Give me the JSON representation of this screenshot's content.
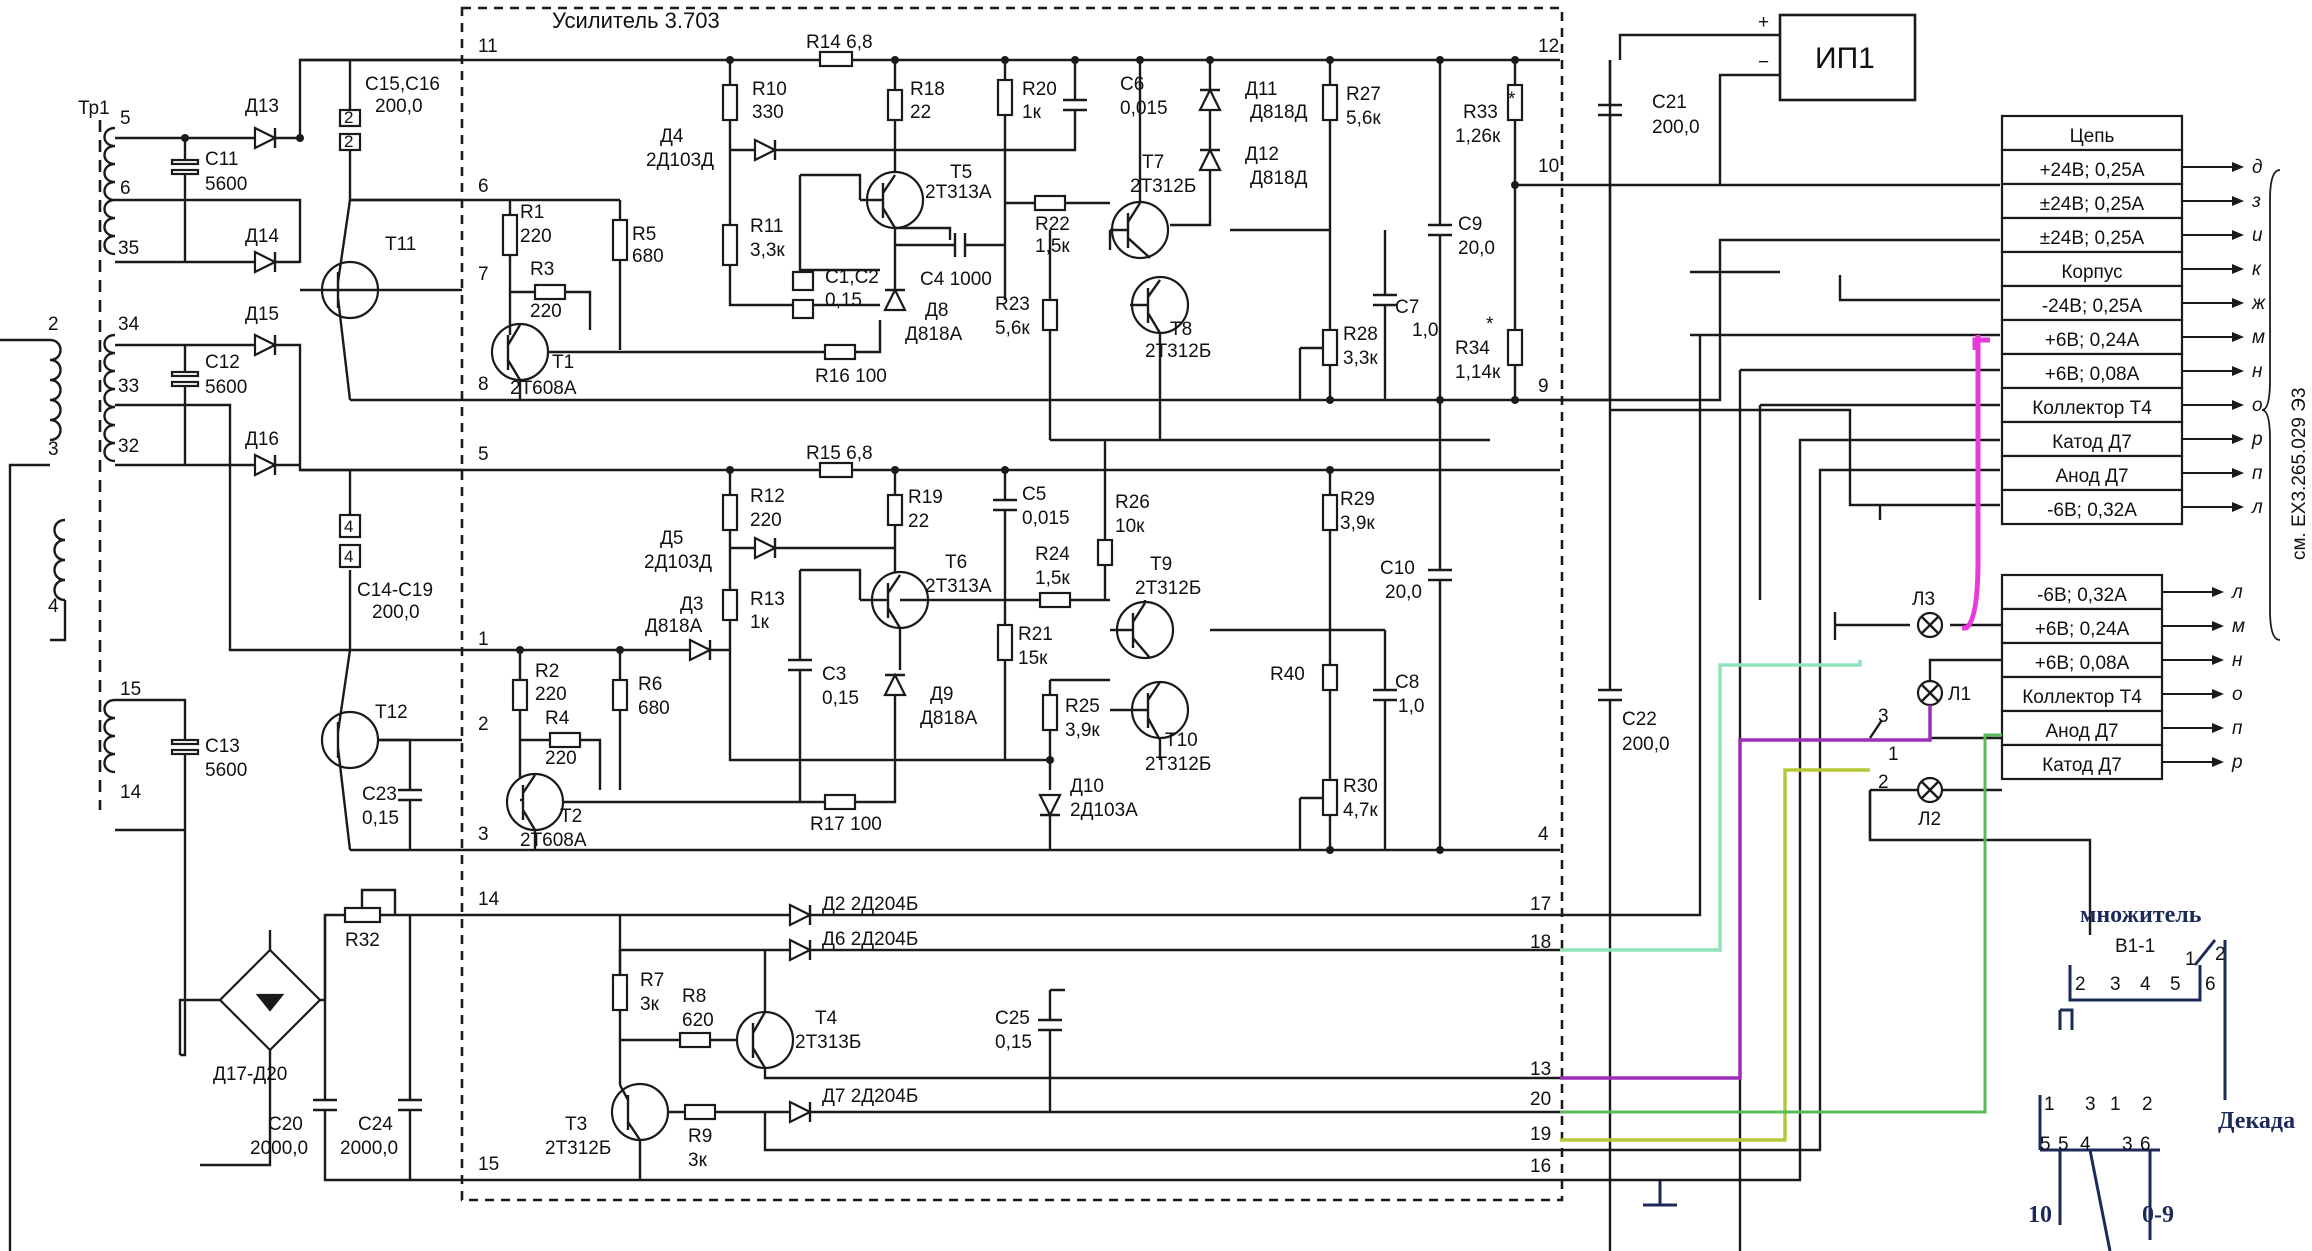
{
  "board": {
    "title": "Усилитель 3.703",
    "pins": [
      "11",
      "6",
      "7",
      "8",
      "12",
      "10",
      "9",
      "5",
      "1",
      "2",
      "3",
      "4",
      "14",
      "17",
      "18",
      "13",
      "20",
      "19",
      "15",
      "16"
    ]
  },
  "power_unit": {
    "label": "ИП1",
    "plus": "+",
    "minus": "−"
  },
  "transformer": {
    "name": "Тр1",
    "primary_pins": [
      "2",
      "3",
      "4"
    ],
    "secondary_pins": [
      "5",
      "6",
      "35",
      "34",
      "33",
      "32",
      "15",
      "14"
    ]
  },
  "components": {
    "R14": "R14 6,8",
    "R15": "R15 6,8",
    "R10": "R10",
    "R10v": "330",
    "R18": "R18",
    "R18v": "22",
    "R20": "R20",
    "R20v": "1к",
    "C6": "C6",
    "C6v": "0,015",
    "D11": "Д11",
    "D11v": "Д818Д",
    "D12": "Д12",
    "D12v": "Д818Д",
    "R27": "R27",
    "R27v": "5,6к",
    "R33": "R33",
    "R33v": "1,26к",
    "C21": "C21",
    "C21v": "200,0",
    "D4": "Д4",
    "D4v": "2Д103Д",
    "T5": "T5",
    "T5v": "2Т313А",
    "T7": "T7",
    "T7v": "2Т312Б",
    "R11": "R11",
    "R11v": "3,3к",
    "C1C2": "C1,C2",
    "C1C2v": "0,15",
    "C4": "C4 1000",
    "R22": "R22",
    "R22v": "1,5к",
    "D8": "Д8",
    "D8v": "Д818А",
    "R23": "R23",
    "R23v": "5,6к",
    "T8": "T8",
    "T8v": "2Т312Б",
    "C9": "C9",
    "C9v": "20,0",
    "C7": "C7",
    "C7v": "1,0",
    "R28": "R28",
    "R28v": "3,3к",
    "R34": "R34",
    "R34v": "1,14к",
    "R1": "R1",
    "R1v": "220",
    "R3": "R3",
    "R3v": "220",
    "R5": "R5",
    "R5v": "680",
    "T11": "T11",
    "T1": "T1",
    "T1v": "2Т608А",
    "R16": "R16 100",
    "C15C16": "C15,C16",
    "C15C16v": "200,0",
    "C11": "C11",
    "C11v": "5600",
    "C12": "C12",
    "C12v": "5600",
    "D13": "Д13",
    "D14": "Д14",
    "D15": "Д15",
    "D16": "Д16",
    "R12": "R12",
    "R12v": "220",
    "R19": "R19",
    "R19v": "22",
    "C5": "C5",
    "C5v": "0,015",
    "R26": "R26",
    "R26v": "10к",
    "R29": "R29",
    "R29v": "3,9к",
    "D5": "Д5",
    "D5v": "2Д103Д",
    "T6": "T6",
    "T6v": "2Т313А",
    "R24": "R24",
    "R24v": "1,5к",
    "T9": "T9",
    "T9v": "2Т312Б",
    "C10": "C10",
    "C10v": "20,0",
    "C14C19": "C14-C19",
    "C14C19v": "200,0",
    "D3": "Д3",
    "D3v": "Д818А",
    "R13": "R13",
    "R13v": "1к",
    "R21": "R21",
    "R21v": "15к",
    "R40": "R40",
    "C3": "C3",
    "C3v": "0,15",
    "D9": "Д9",
    "D9v": "Д818А",
    "R25": "R25",
    "R25v": "3,9к",
    "T10": "T10",
    "T10v": "2Т312Б",
    "C8": "C8",
    "C8v": "1,0",
    "R2": "R2",
    "R2v": "220",
    "R4": "R4",
    "R4v": "220",
    "R6": "R6",
    "R6v": "680",
    "T12": "T12",
    "C23": "C23",
    "C23v": "0,15",
    "T2": "T2",
    "T2v": "2Т608А",
    "R17": "R17 100",
    "D10": "Д10",
    "D10v": "2Д103А",
    "R30": "R30",
    "R30v": "4,7к",
    "C22": "C22",
    "C22v": "200,0",
    "C13": "C13",
    "C13v": "5600",
    "R32": "R32",
    "D2": "Д2 2Д204Б",
    "D6": "Д6 2Д204Б",
    "D7": "Д7 2Д204Б",
    "R7": "R7",
    "R7v": "3к",
    "R8": "R8",
    "R8v": "620",
    "T4": "T4",
    "T4v": "2Т313Б",
    "C25": "C25",
    "C25v": "0,15",
    "T3": "T3",
    "T3v": "2Т312Б",
    "R9": "R9",
    "R9v": "3к",
    "bridge": "Д17-Д20",
    "C20": "C20",
    "C20v": "2000,0",
    "C24": "C24",
    "C24v": "2000,0",
    "star": "*"
  },
  "circuit_table": {
    "header": "Цепь",
    "rows": [
      {
        "label": "+24В; 0,25А",
        "letter": "д"
      },
      {
        "label": "±24В; 0,25А",
        "letter": "з"
      },
      {
        "label": "±24В; 0,25А",
        "letter": "и"
      },
      {
        "label": "Корпус",
        "letter": "к"
      },
      {
        "label": "-24В; 0,25А",
        "letter": "ж"
      },
      {
        "label": "+6В; 0,24А",
        "letter": "м"
      },
      {
        "label": "+6В; 0,08А",
        "letter": "н"
      },
      {
        "label": "Коллектор Т4",
        "letter": "о"
      },
      {
        "label": "Катод Д7",
        "letter": "р"
      },
      {
        "label": "Анод Д7",
        "letter": "п"
      },
      {
        "label": "-6В; 0,32А",
        "letter": "л"
      }
    ],
    "reference": "см. ЕХ3.265.029 Э3"
  },
  "lamp_table": {
    "rows": [
      {
        "label": "-6В; 0,32А",
        "letter": "л"
      },
      {
        "label": "+6В; 0,24А",
        "letter": "м"
      },
      {
        "label": "+6В; 0,08А",
        "letter": "н"
      },
      {
        "label": "Коллектор Т4",
        "letter": "о"
      },
      {
        "label": "Анод Д7",
        "letter": "п"
      },
      {
        "label": "Катод Д7",
        "letter": "р"
      }
    ],
    "lamps": [
      "Л3",
      "Л1",
      "Л2"
    ],
    "switch_pins": [
      "3",
      "1",
      "2"
    ]
  },
  "multiplier": {
    "title": "множитель",
    "switch": "В1-1",
    "pins_left": [
      "2",
      "3",
      "4",
      "5"
    ],
    "pins_right": [
      "1",
      "6",
      "2"
    ]
  },
  "decade": {
    "title": "Декада",
    "pins": [
      "1",
      "3",
      "1",
      "2",
      "5",
      "5",
      "4",
      "3",
      "6"
    ],
    "low": "10",
    "range": "0-9"
  }
}
